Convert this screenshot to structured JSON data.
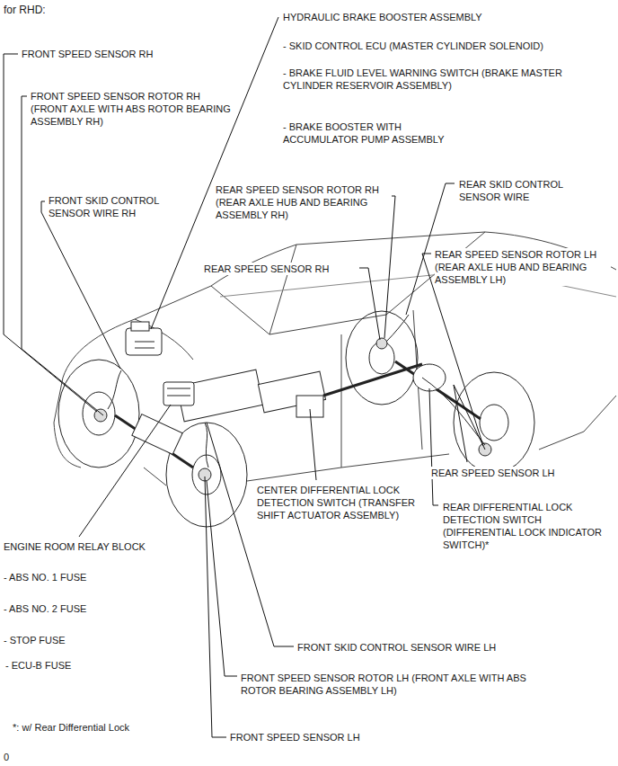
{
  "diagram": {
    "title": "for RHD:",
    "labels": [
      "HYDRAULIC BRAKE BOOSTER ASSEMBLY",
      "- SKID CONTROL ECU (MASTER CYLINDER SOLENOID)",
      "- BRAKE FLUID LEVEL WARNING SWITCH (BRAKE MASTER CYLINDER RESERVOIR ASSEMBLY)",
      "- BRAKE BOOSTER WITH ACCUMULATOR PUMP ASSEMBLY",
      "FRONT SPEED SENSOR RH",
      "FRONT SPEED SENSOR ROTOR RH (FRONT AXLE WITH ABS ROTOR BEARING ASSEMBLY RH)",
      "FRONT SKID CONTROL SENSOR WIRE RH",
      "REAR SPEED SENSOR ROTOR RH (REAR AXLE HUB AND BEARING ASSEMBLY RH)",
      "REAR SKID CONTROL SENSOR WIRE",
      "REAR SPEED SENSOR ROTOR LH (REAR AXLE HUB AND BEARING ASSEMBLY LH)",
      "REAR SPEED SENSOR RH",
      "REAR SPEED SENSOR LH",
      "CENTER DIFFERENTIAL LOCK DETECTION SWITCH (TRANSFER SHIFT ACTUATOR ASSEMBLY)",
      "REAR DIFFERENTIAL LOCK DETECTION SWITCH (DIFFERENTIAL LOCK INDICATOR SWITCH)*",
      "ENGINE ROOM RELAY BLOCK",
      "- ABS NO. 1 FUSE",
      "- ABS NO. 2 FUSE",
      "- STOP FUSE",
      "- ECU-B FUSE",
      "FRONT SKID CONTROL SENSOR WIRE LH",
      "FRONT SPEED SENSOR ROTOR LH (FRONT AXLE WITH ABS ROTOR BEARING ASSEMBLY LH)",
      "FRONT SPEED SENSOR LH",
      "*: w/ Rear Differential Lock",
      "0"
    ]
  }
}
